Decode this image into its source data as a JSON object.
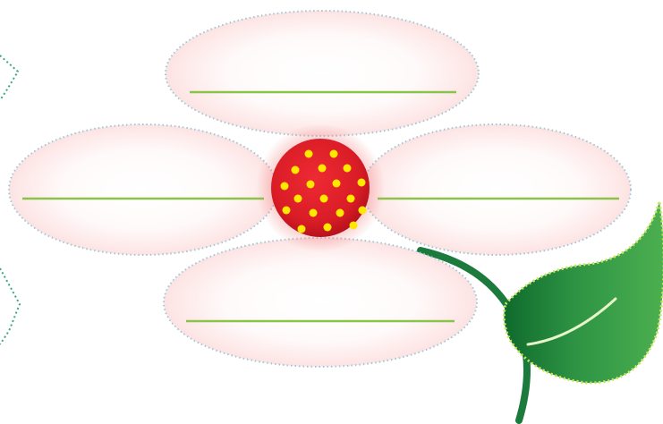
{
  "diagram": {
    "kind": "flower-graphic-organizer",
    "petals": [
      {
        "id": "top",
        "text": ""
      },
      {
        "id": "left",
        "text": ""
      },
      {
        "id": "right",
        "text": ""
      },
      {
        "id": "bottom",
        "text": ""
      }
    ],
    "colors": {
      "petal_fill_edge": "#fde3e3",
      "petal_outline": "#9fc7d6",
      "writing_line": "#8bc34a",
      "center_red": "#e0202a",
      "center_dots": "#ffe800",
      "stem": "#1b7a3c",
      "leaf_dark": "#137a35",
      "leaf_light": "#4caf50",
      "leaf_edge_dots": "#c8e65a",
      "side_decoration": "#3aa58a"
    }
  }
}
